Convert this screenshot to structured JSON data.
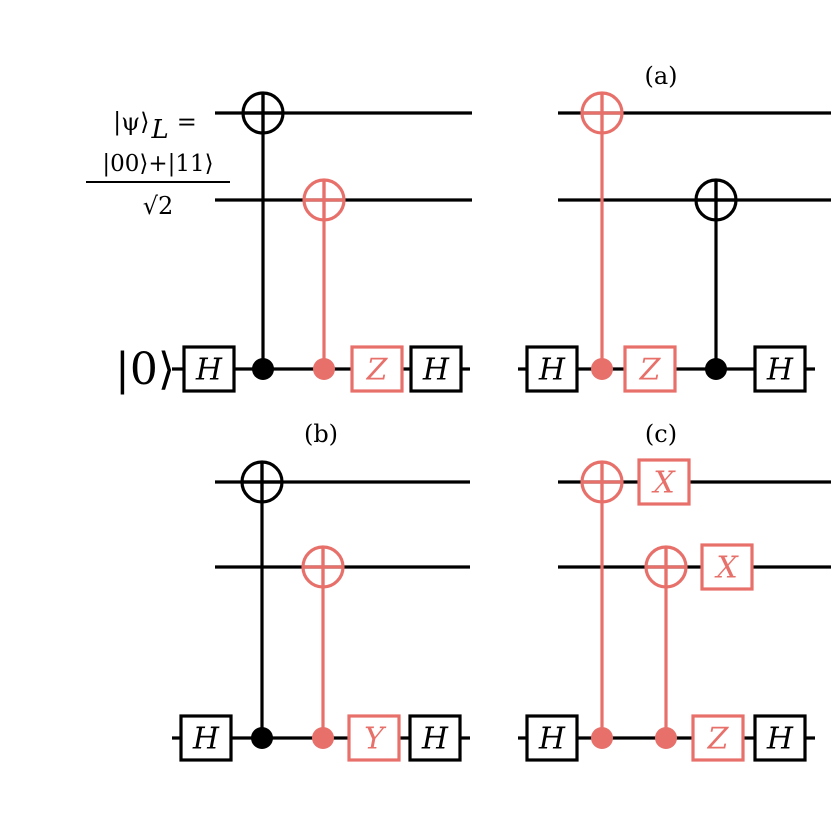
{
  "colors": {
    "classical": "#000000",
    "error": "#e8706a"
  },
  "labels": {
    "psi_line": "|ψ⟩",
    "psi_sub": "L",
    "psi_eq": "=",
    "numerator": "|00⟩+|11⟩",
    "denominator": "√2",
    "ancilla": "|0⟩"
  },
  "panels": [
    {
      "id": "main",
      "title": "",
      "gates": [
        "H",
        "Z",
        "H"
      ]
    },
    {
      "id": "a",
      "title": "(a)",
      "gates": [
        "H",
        "Z",
        "H"
      ]
    },
    {
      "id": "b",
      "title": "(b)",
      "gates": [
        "H",
        "Y",
        "H"
      ]
    },
    {
      "id": "c",
      "title": "(c)",
      "gates": [
        "X",
        "X",
        "H",
        "Z",
        "H"
      ]
    }
  ]
}
